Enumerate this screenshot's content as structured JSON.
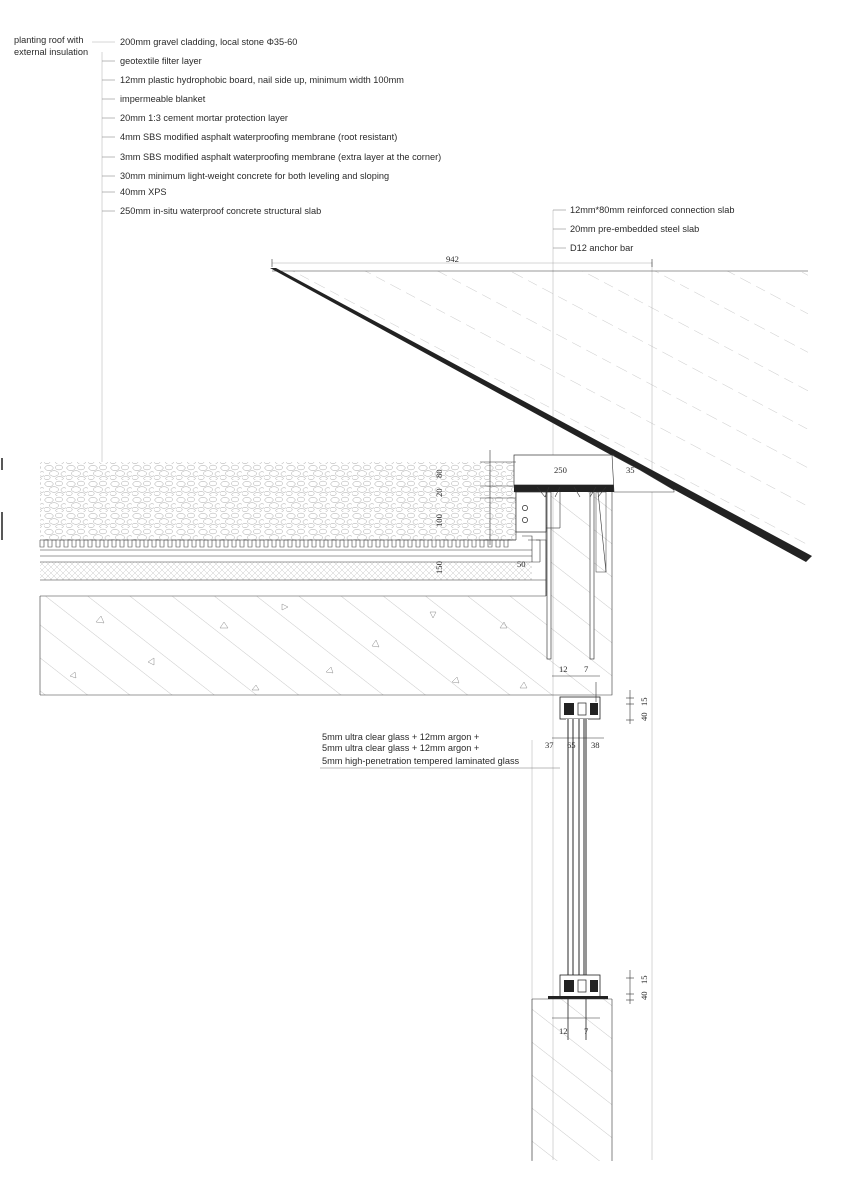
{
  "title_label": {
    "line1": "planting roof with",
    "line2": "external insulation"
  },
  "layers": [
    "200mm gravel cladding, local stone Φ35-60",
    "geotextile filter layer",
    "12mm plastic hydrophobic board, nail side up, minimum width 100mm",
    "impermeable blanket",
    "20mm 1:3 cement mortar protection layer",
    "4mm SBS modified asphalt waterproofing membrane (root resistant)",
    "3mm SBS modified asphalt waterproofing membrane (extra layer at the corner)",
    "30mm minimum light-weight concrete for both leveling and sloping",
    "40mm XPS",
    "250mm in-situ waterproof concrete structural slab"
  ],
  "connection_notes": [
    "12mm*80mm reinforced connection slab",
    "20mm pre-embedded steel slab",
    "D12 anchor bar"
  ],
  "glass": {
    "line1": "5mm ultra clear glass + 12mm argon +",
    "line2": "5mm ultra clear glass + 12mm argon +",
    "line3": "5mm high-penetration tempered laminated glass"
  },
  "dimensions": {
    "overhang": "942",
    "plate_width": "250",
    "plate_edge": "35",
    "d80": "80",
    "d20": "20",
    "d100": "100",
    "d150": "150",
    "d50": "50",
    "top_12": "12",
    "top_7": "7",
    "d15_top": "15",
    "d40_top": "40",
    "frame_37": "37",
    "frame_65": "65",
    "frame_38": "38",
    "d15_bot": "15",
    "d40_bot": "40",
    "bot_12": "12",
    "bot_7": "7"
  }
}
